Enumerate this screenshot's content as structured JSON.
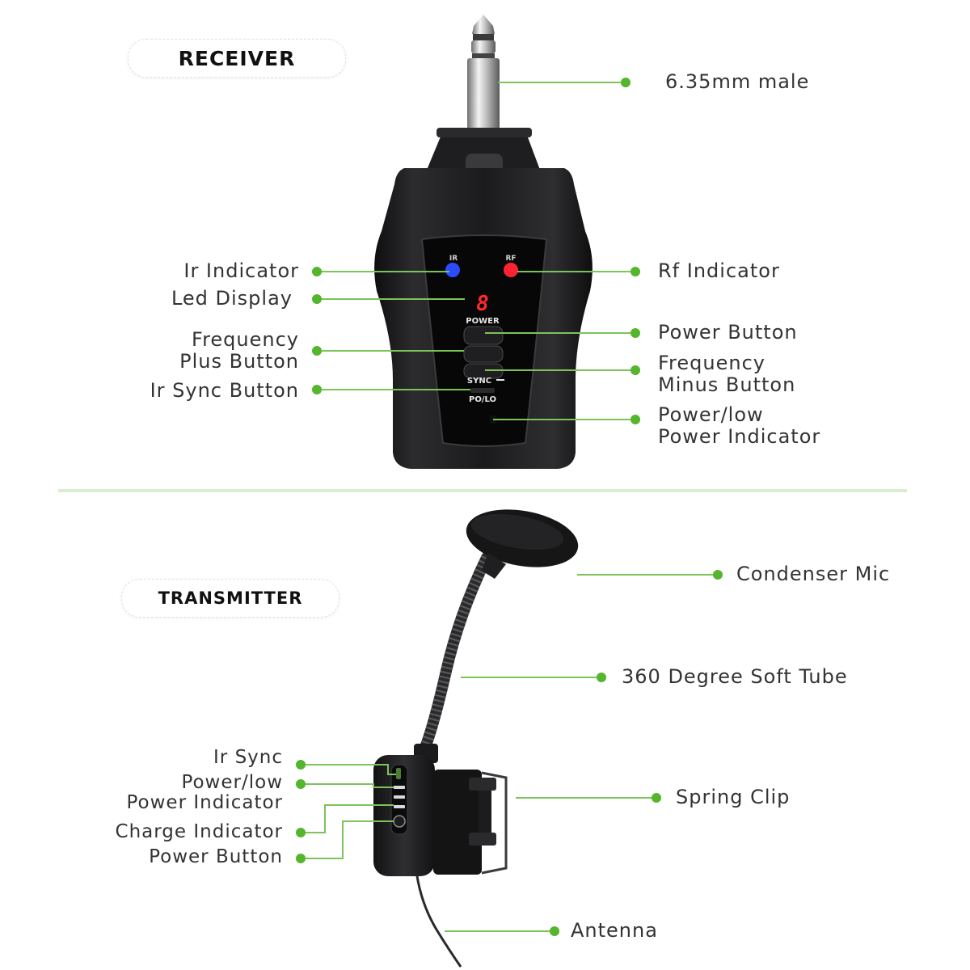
{
  "receiver": {
    "title": "RECEIVER",
    "device_marks": {
      "ir": "IR",
      "rf": "RF",
      "display": "8",
      "power": "POWER",
      "sync": "SYNC",
      "polo": "PO/LO"
    },
    "labels": {
      "jack": "6.35mm male",
      "ir_indicator": "Ir Indicator",
      "led_display": "Led Display",
      "freq_plus_1": "Frequency",
      "freq_plus_2": "Plus Button",
      "ir_sync": "Ir Sync Button",
      "rf_indicator": "Rf Indicator",
      "power_button": "Power Button",
      "freq_minus_1": "Frequency",
      "freq_minus_2": "Minus Button",
      "power_low_1": "Power/low",
      "power_low_2": "Power Indicator"
    }
  },
  "transmitter": {
    "title": "TRANSMITTER",
    "labels": {
      "condenser": "Condenser Mic",
      "tube": "360 Degree Soft Tube",
      "ir_sync": "Ir Sync",
      "power_low_1": "Power/low",
      "power_low_2": "Power Indicator",
      "charge": "Charge Indicator",
      "power_button": "Power Button",
      "spring_clip": "Spring Clip",
      "antenna": "Antenna"
    }
  },
  "colors": {
    "accent": "#6abf3c",
    "divider": "#d9eed0",
    "device": "#1c1c1e"
  }
}
